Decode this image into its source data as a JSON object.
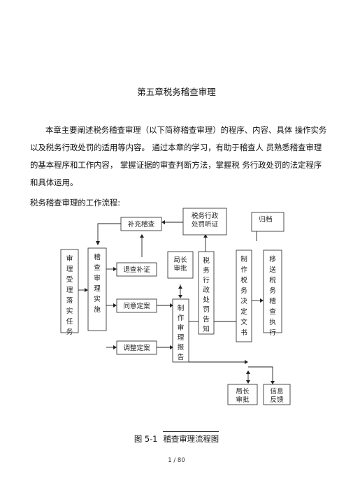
{
  "document": {
    "title": "第五章税务稽查审理",
    "paragraph_lines": [
      "本章主要阐述税务稽查审理（以下简称稽查审理）的程序、内容、具体 操作实务",
      "以及税务行政处罚的适用等内容。 通过本章的学习，有助于稽查人 员熟悉稽查审理",
      "的基本程序和工作内容， 掌握证据的审查判断方法，掌握税 务行政处罚的法定程序",
      "和具体运用。"
    ],
    "flow_label": "税务稽查审理的工作流程:",
    "figure_number": "图 5-1",
    "figure_caption": "稽查审理流程图",
    "page_number": "1 / 80"
  },
  "flowchart": {
    "boxes": {
      "shouli": "审理受理落实任务",
      "shishi": "稽查审理实施",
      "buchong": "补充稽查",
      "tingzheng": "税务行政处罚听证",
      "guidang": "归档",
      "tuicha": "退查补证",
      "tongyi": "同意定案",
      "tiaozheng": "调整定案",
      "juzhang1": "局长审批",
      "gaozhi": "税务行政处罚告知",
      "baogao": "制作审理报告",
      "jueding": "制作税务决定文书",
      "yisong": "移送税务稽查执行",
      "juzhang2": "局长审批",
      "xinxi": "信息反馈"
    }
  }
}
